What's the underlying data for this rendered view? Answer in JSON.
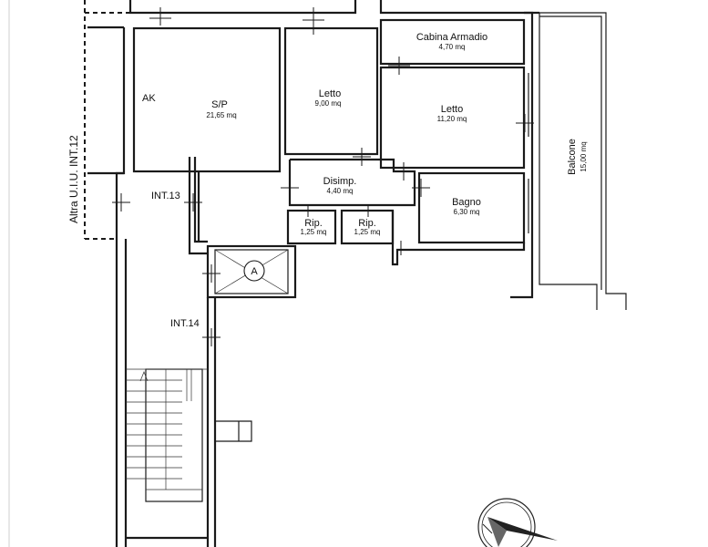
{
  "rooms": {
    "soggiorno": {
      "name": "S/P",
      "area": "21,65 mq"
    },
    "letto1": {
      "name": "Letto",
      "area": "9,00 mq"
    },
    "cabina": {
      "name": "Cabina Armadio",
      "area": "4,70 mq"
    },
    "letto2": {
      "name": "Letto",
      "area": "11,20 mq"
    },
    "disimpegno": {
      "name": "Disimp.",
      "area": "4,40 mq"
    },
    "bagno": {
      "name": "Bagno",
      "area": "6,30 mq"
    },
    "rip1": {
      "name": "Rip.",
      "area": "1,25 mq"
    },
    "rip2": {
      "name": "Rip.",
      "area": "1,25 mq"
    },
    "balcone": {
      "name": "Balcone",
      "area": "15,00 mq"
    }
  },
  "labels": {
    "ak": "AK",
    "int13": "INT.13",
    "int14": "INT.14",
    "altra_uiu": "Altra U.I.U. INT.12",
    "elevator": "A"
  }
}
